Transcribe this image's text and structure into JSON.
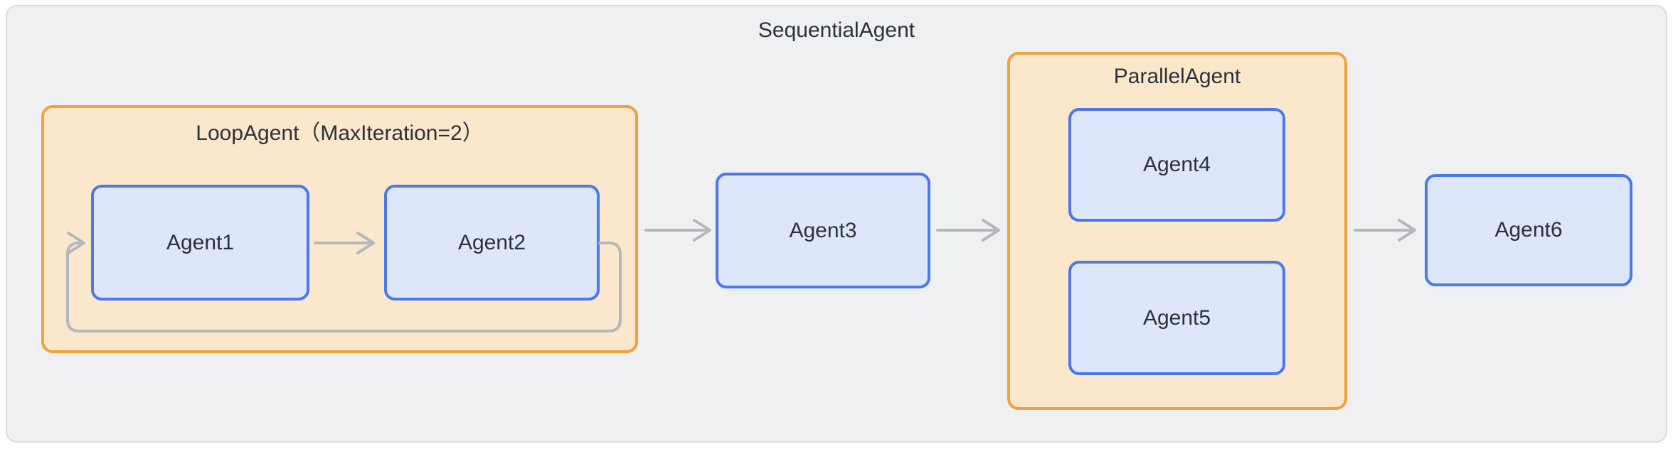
{
  "colors": {
    "background": "#ffffff",
    "container_fill": "#eef0f2",
    "container_border": "#d9dbde",
    "group_fill": "#fbe7cb",
    "group_border": "#f1a23d",
    "node_fill": "#dde6fa",
    "node_border": "#4b79e8",
    "arrow": "#b4b7bb",
    "text": "#2d3238"
  },
  "diagram": {
    "title": "SequentialAgent",
    "groups": {
      "loop": {
        "label": "LoopAgent（MaxIteration=2）"
      },
      "parallel": {
        "label": "ParallelAgent"
      }
    },
    "nodes": {
      "agent1": {
        "label": "Agent1"
      },
      "agent2": {
        "label": "Agent2"
      },
      "agent3": {
        "label": "Agent3"
      },
      "agent4": {
        "label": "Agent4"
      },
      "agent5": {
        "label": "Agent5"
      },
      "agent6": {
        "label": "Agent6"
      }
    }
  }
}
